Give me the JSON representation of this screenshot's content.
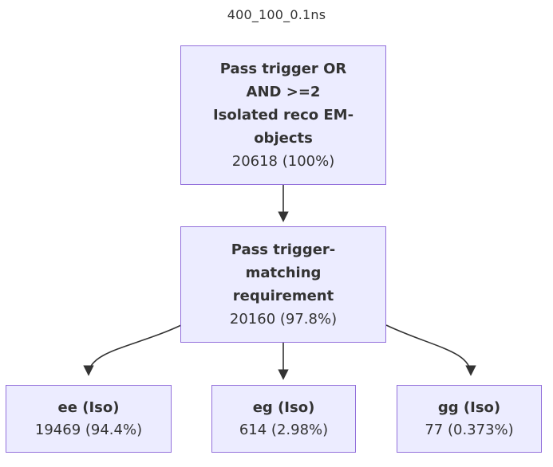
{
  "title": "400_100_0.1ns",
  "colors": {
    "node_fill": "#ECECFF",
    "node_border": "#9370DB",
    "arrow": "#333333",
    "text": "#333333",
    "background": "#FFFFFF"
  },
  "nodes": {
    "root": {
      "label_lines": [
        "Pass trigger OR",
        "AND >=2",
        "Isolated reco EM-",
        "objects"
      ],
      "count": "20618 (100%)"
    },
    "match": {
      "label_lines": [
        "Pass trigger-",
        "matching",
        "requirement"
      ],
      "count": "20160 (97.8%)"
    },
    "ee": {
      "label": "ee (Iso)",
      "count": "19469 (94.4%)"
    },
    "eg": {
      "label": "eg (Iso)",
      "count": "614 (2.98%)"
    },
    "gg": {
      "label": "gg (Iso)",
      "count": "77 (0.373%)"
    }
  }
}
